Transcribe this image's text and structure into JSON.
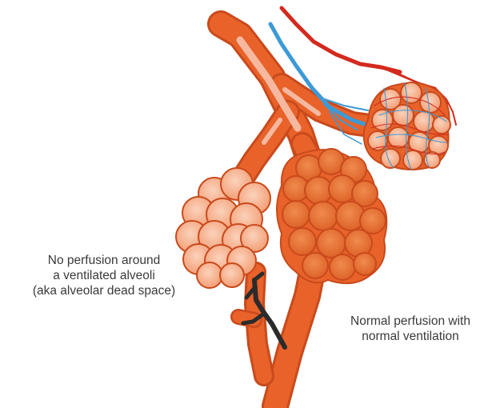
{
  "labels": {
    "dead_space": {
      "lines": [
        "No perfusion around",
        "a ventilated alveoli",
        "(aka alveolar dead space)"
      ]
    },
    "normal": {
      "lines": [
        "Normal perfusion with",
        "normal ventilation"
      ]
    }
  },
  "colors": {
    "airway": "#e8622a",
    "airway_outline": "#c94a1c",
    "airway_highlight": "#f6b9a0",
    "alveoli_light": "#f4a882",
    "alveoli_dark": "#e36a2c",
    "artery": "#d42a1e",
    "vein": "#3c9ad6",
    "dead_vessel": "#2b2b2b"
  }
}
